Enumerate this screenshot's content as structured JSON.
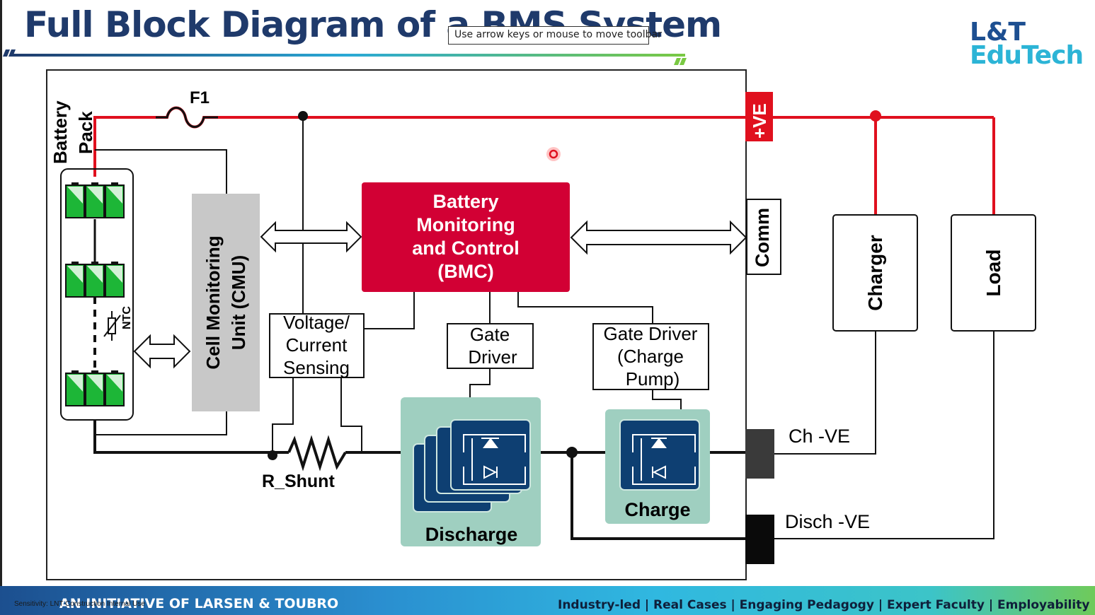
{
  "slide": {
    "title": "Full Block Diagram of a BMS System",
    "tooltip": "Use arrow keys or mouse to move toolbar",
    "logo_line1": "L&T",
    "logo_line2": "EduTech",
    "footer_left": "AN INITIATIVE OF LARSEN & TOUBRO",
    "footer_right": "Industry-led | Real Cases | Engaging Pedagogy | Expert Faculty | Employability",
    "sensitivity": "Sensitivity: LNT Construction Internal Use"
  },
  "diagram": {
    "battery_pack": [
      "Battery",
      "Pack"
    ],
    "fuse": "F1",
    "positive_terminal": "+VE",
    "ntc": "NTC",
    "cmu": [
      "Cell Monitoring",
      "Unit (CMU)"
    ],
    "bmc": [
      "Battery",
      "Monitoring",
      "and Control",
      "(BMC)"
    ],
    "comm": "Comm",
    "charger": "Charger",
    "load": "Load",
    "vcs": [
      "Voltage/",
      "Current",
      "Sensing"
    ],
    "gate_driver": [
      "Gate",
      "Driver"
    ],
    "gate_driver_cp": [
      "Gate Driver",
      "(Charge",
      "Pump)"
    ],
    "shunt": "R_Shunt",
    "discharge": "Discharge",
    "charge": "Charge",
    "ch_neg": "Ch -VE",
    "disch_neg": "Disch -VE"
  },
  "colors": {
    "title": "#1f3a6b",
    "bmc_fill": "#d20034",
    "positive_rail": "#e0101e",
    "cmu_fill": "#c8c8c8",
    "mosfet_panel": "#9fcfc0",
    "mosfet_fill": "#0e3f72",
    "cell_green": "#1db637"
  }
}
